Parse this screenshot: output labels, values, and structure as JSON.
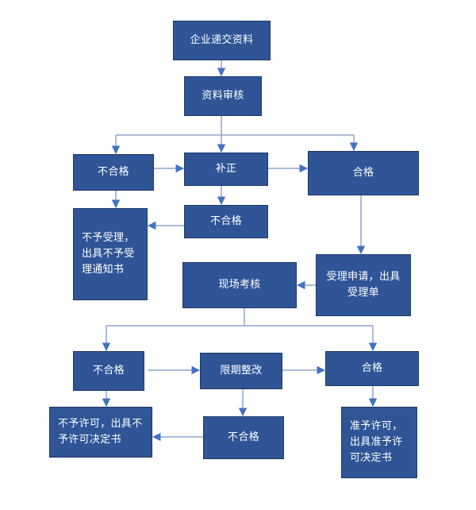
{
  "nodes": {
    "submit": "企业递交资料",
    "review": "资料审核",
    "review_fail": "不合格",
    "supplement": "补正",
    "review_pass": "合格",
    "reject_lines": [
      "不予受理，",
      "出具不予受",
      "理通知书"
    ],
    "supplement_fail": "不合格",
    "accept_lines": [
      "受理申请，出具",
      "受理单"
    ],
    "inspection": "现场考核",
    "inspection_fail": "不合格",
    "rectify": "限期整改",
    "inspection_pass": "合格",
    "deny_lines": [
      "不予许可，出具不",
      "予许可决定书"
    ],
    "rectify_fail": "不合格",
    "grant_lines": [
      "准予许可，",
      "出具准予许",
      "可决定书"
    ]
  },
  "colors": {
    "box_fill": "#2f5597",
    "box_border": "#1f3864",
    "connector": "#8fa6cc",
    "arrowhead": "#4472c4"
  }
}
